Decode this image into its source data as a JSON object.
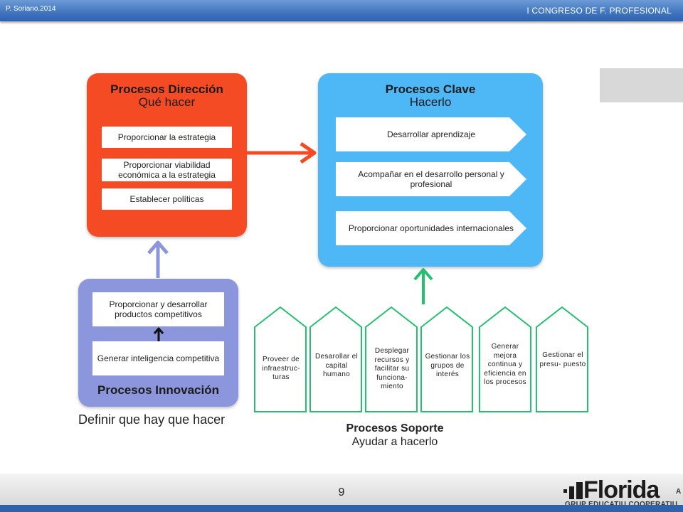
{
  "header": {
    "author": "P. Soriano.2014",
    "congress": "I CONGRESO  DE F. PROFESIONAL"
  },
  "colors": {
    "direccion": "#f54b25",
    "clave": "#4eb7f6",
    "innovacion": "#8c96dc",
    "soporte": "#22c070",
    "header_blue": "#2f62ad"
  },
  "diagram": {
    "direccion": {
      "title": "Procesos Dirección",
      "subtitle": "Qué hacer",
      "items": [
        "Proporcionar la estrategia",
        "Proporcionar viabilidad económica a la estrategia",
        "Establecer políticas"
      ]
    },
    "clave": {
      "title": "Procesos Clave",
      "subtitle": "Hacerlo",
      "items": [
        "Desarrollar aprendizaje",
        "Acompañar en el desarrollo personal y profesional",
        "Proporcionar oportunidades internacionales"
      ]
    },
    "innovacion": {
      "title": "Procesos Innovación",
      "items": [
        "Proporcionar y desarrollar productos competitivos",
        "Generar inteligencia competitiva"
      ],
      "caption": "Definir que hay que hacer"
    },
    "soporte": {
      "title": "Procesos Soporte",
      "subtitle": "Ayudar a hacerlo",
      "items": [
        "Proveer de infraestruc- turas",
        "Desarollar el capital humano",
        "Desplegar recursos y facilitar su funciona- miento",
        "Gestionar los grupos de interés",
        "Generar mejora continua y eficiencia en los procesos",
        "Gestionar el presu- puesto"
      ]
    }
  },
  "footer": {
    "page_number": "9",
    "logo_word": "Florida",
    "logo_sub": "GRUP EDUCATIU COOPERATIU",
    "logo_side": "A"
  }
}
